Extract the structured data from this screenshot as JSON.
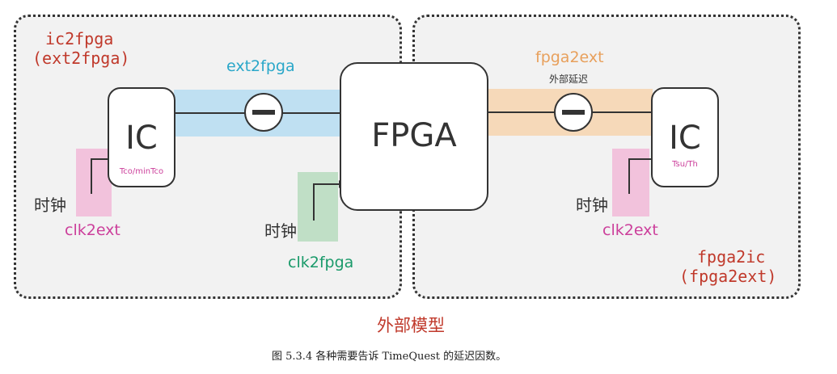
{
  "colors": {
    "red": "#c0392b",
    "blue": "#2aa7c9",
    "orange": "#e8a05c",
    "pink": "#cc3f9b",
    "green": "#1a9a6a",
    "blue_band": "#bfe0f2",
    "orange_band": "#f6d9b9",
    "pink_band": "#f2c2dc",
    "green_band": "#c0dfc6"
  },
  "left_region": {
    "title_line1": "ic2fpga",
    "title_line2": "(ext2fpga)"
  },
  "right_region": {
    "title_line1": "fpga2ic",
    "title_line2": "(fpga2ext)"
  },
  "ic_left": {
    "label": "IC",
    "sublabel": "Tco/minTco"
  },
  "ic_right": {
    "label": "IC",
    "sublabel": "Tsu/Th"
  },
  "fpga": {
    "label": "FPGA"
  },
  "ext2fpga_label": "ext2fpga",
  "fpga2ext_label": "fpga2ext",
  "external_delay_label": "外部延迟",
  "clock_label": "时钟",
  "clk2ext_label": "clk2ext",
  "clk2fpga_label": "clk2fpga",
  "model_title": "外部模型",
  "caption": "图 5.3.4 各种需要告诉 TimeQuest 的延迟因数。"
}
